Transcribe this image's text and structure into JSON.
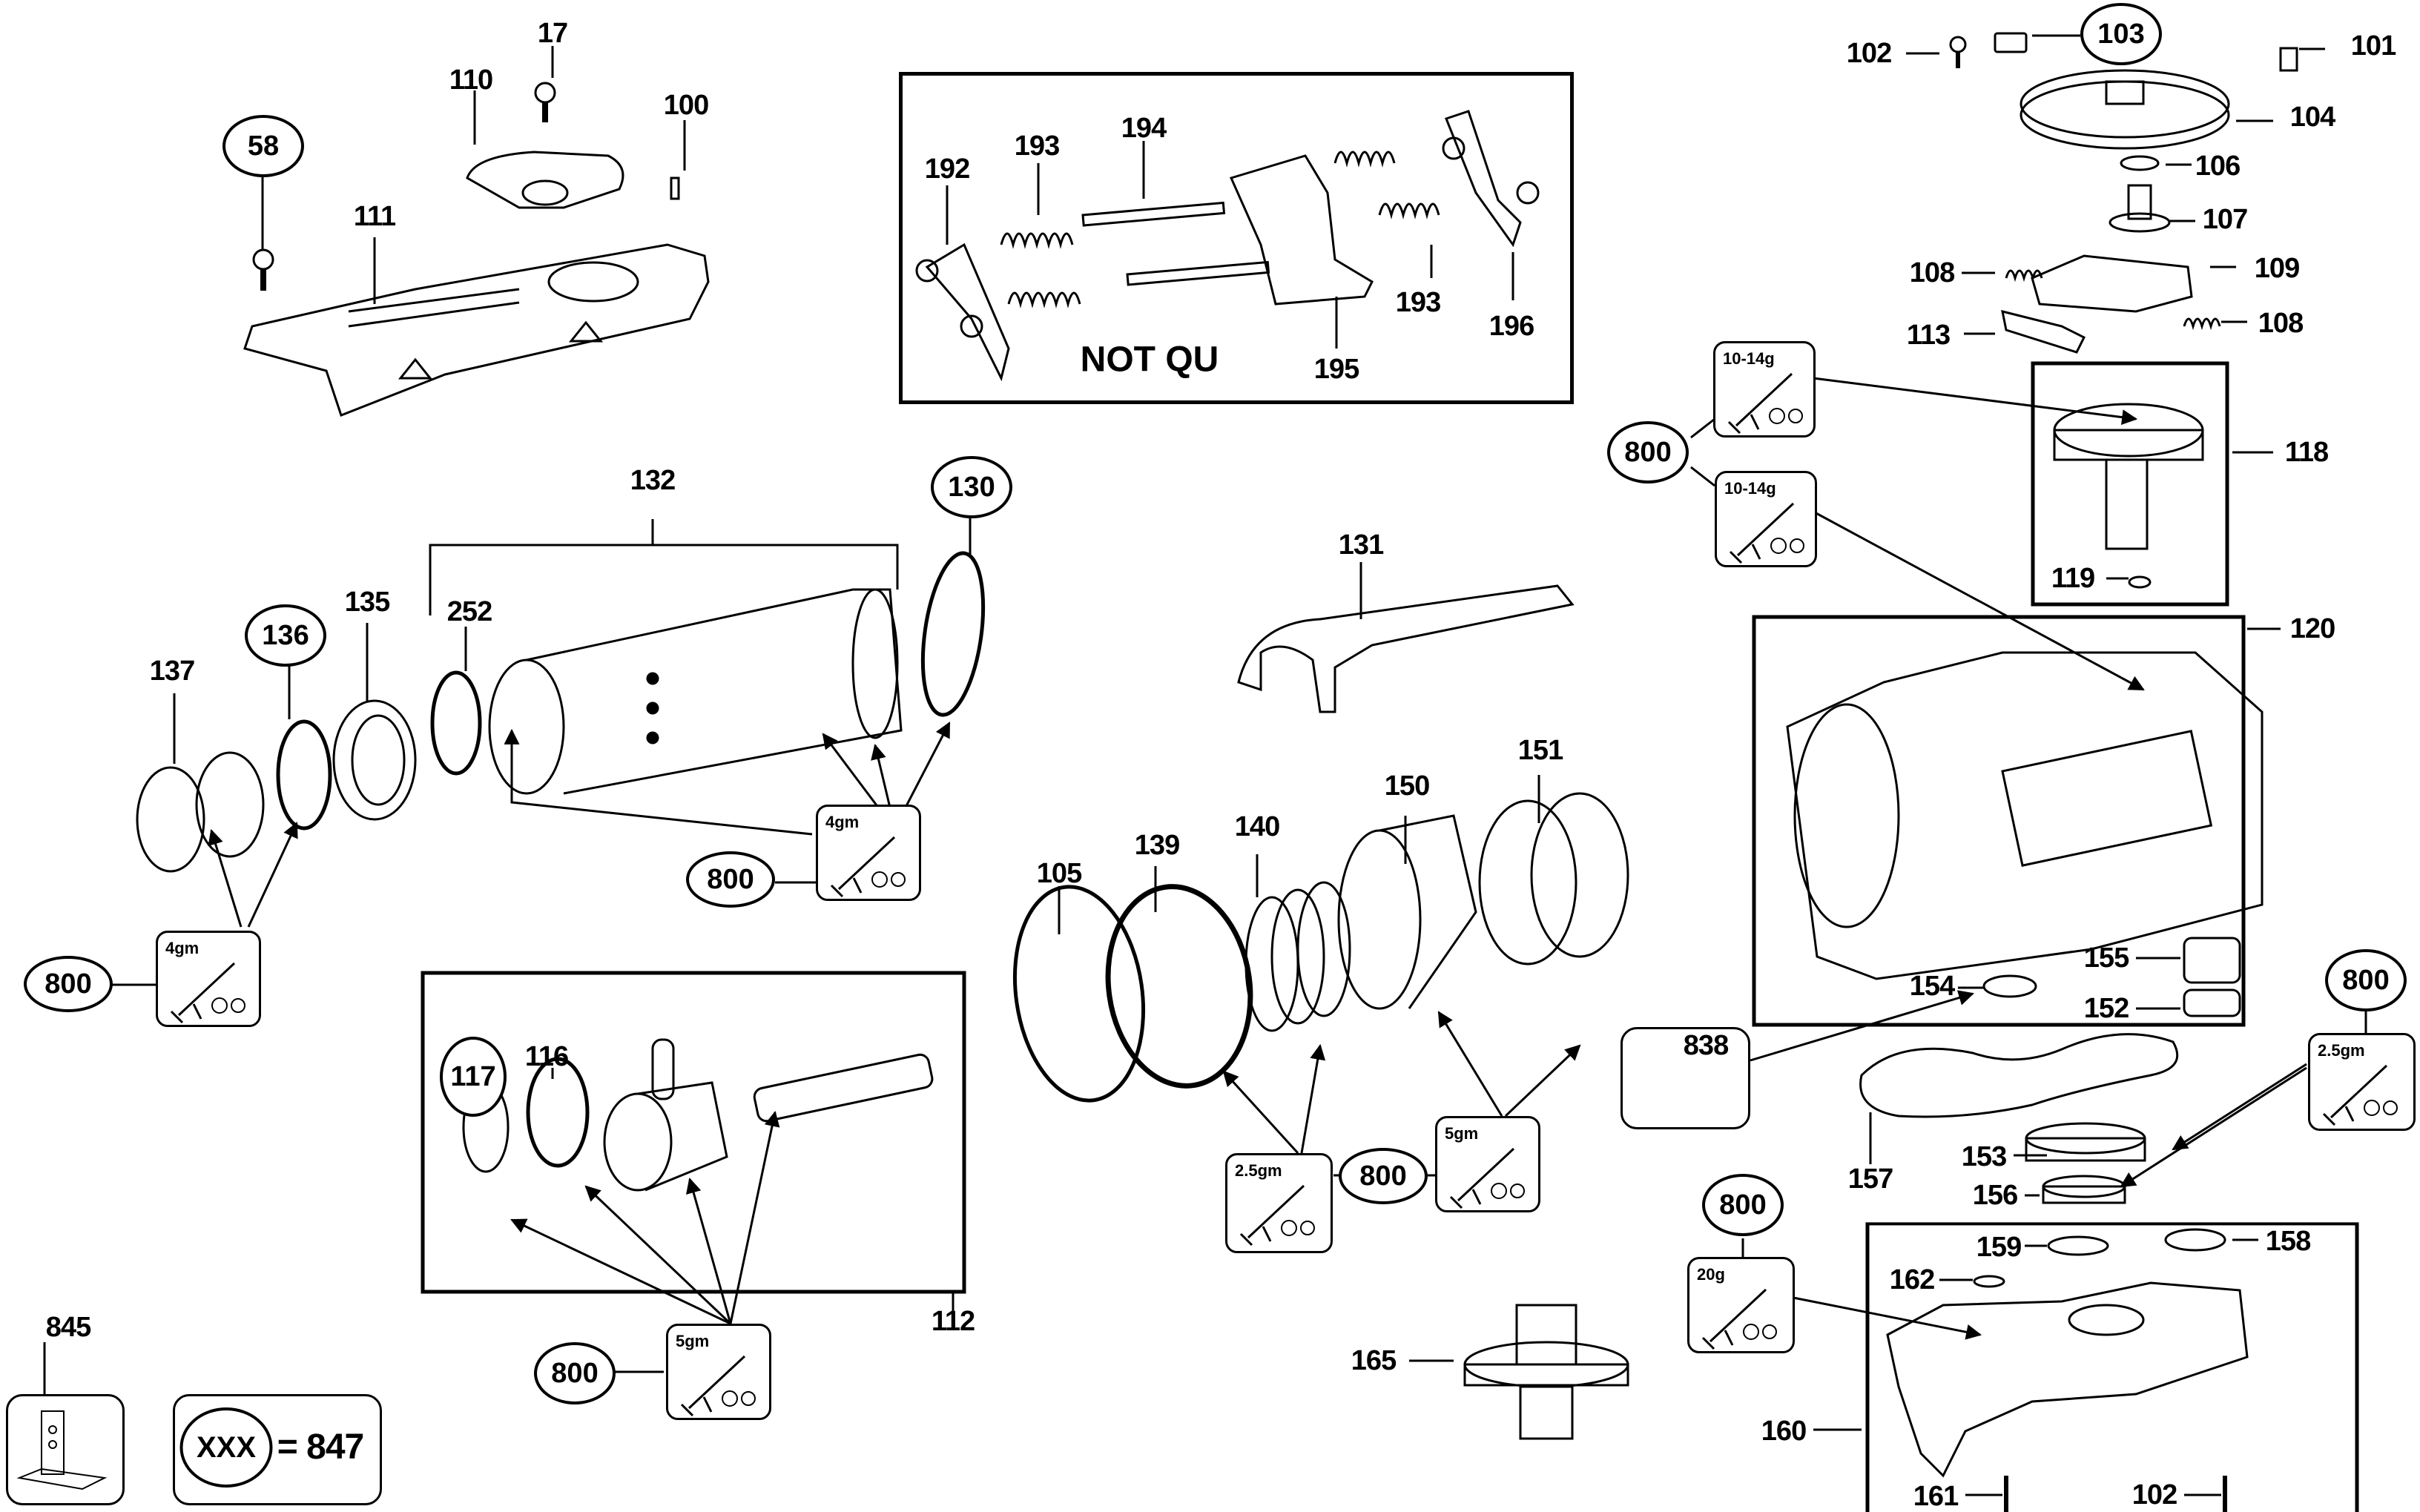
{
  "diagram": {
    "type": "exploded-parts-diagram",
    "note_text": "NOT QU",
    "legend": {
      "symbol_text": "XXX",
      "equals_text": "= 847"
    },
    "labels": {
      "p17": "17",
      "p58": "58",
      "p100": "100",
      "p110": "110",
      "p111": "111",
      "p192": "192",
      "p193a": "193",
      "p194": "194",
      "p195": "195",
      "p193b": "193",
      "p196": "196",
      "p102a": "102",
      "p103": "103",
      "p101": "101",
      "p104": "104",
      "p106": "106",
      "p107": "107",
      "p108a": "108",
      "p109": "109",
      "p113": "113",
      "p108b": "108",
      "p800_right_top": "800",
      "p118": "118",
      "p119": "119",
      "p120": "120",
      "p132": "132",
      "p130": "130",
      "p131": "131",
      "p135": "135",
      "p136": "136",
      "p137": "137",
      "p252": "252",
      "p800_left_mid": "800",
      "p800_barrel": "800",
      "p105": "105",
      "p139": "139",
      "p140": "140",
      "p150": "150",
      "p151": "151",
      "p800_center": "800",
      "p838": "838",
      "p154": "154",
      "p155": "155",
      "p152": "152",
      "p800_right_mid": "800",
      "p153": "153",
      "p156": "156",
      "p157": "157",
      "p800_housing": "800",
      "p159": "159",
      "p158": "158",
      "p162": "162",
      "p160": "160",
      "p161": "161",
      "p102b": "102",
      "p117": "117",
      "p116": "116",
      "p112": "112",
      "p800_piston": "800",
      "p845": "845",
      "p165": "165"
    },
    "grease_packs": [
      {
        "id": "g_gear_top",
        "amount": "10-14g"
      },
      {
        "id": "g_gear_bottom",
        "amount": "10-14g"
      },
      {
        "id": "g_front_left",
        "amount": "4gm"
      },
      {
        "id": "g_barrel",
        "amount": "4gm"
      },
      {
        "id": "g_piston",
        "amount": "5gm"
      },
      {
        "id": "g_ring",
        "amount": "2.5gm"
      },
      {
        "id": "g_clutch",
        "amount": "5gm"
      },
      {
        "id": "g_bearing",
        "amount": "2.5gm"
      },
      {
        "id": "g_housing",
        "amount": "20g"
      }
    ]
  }
}
